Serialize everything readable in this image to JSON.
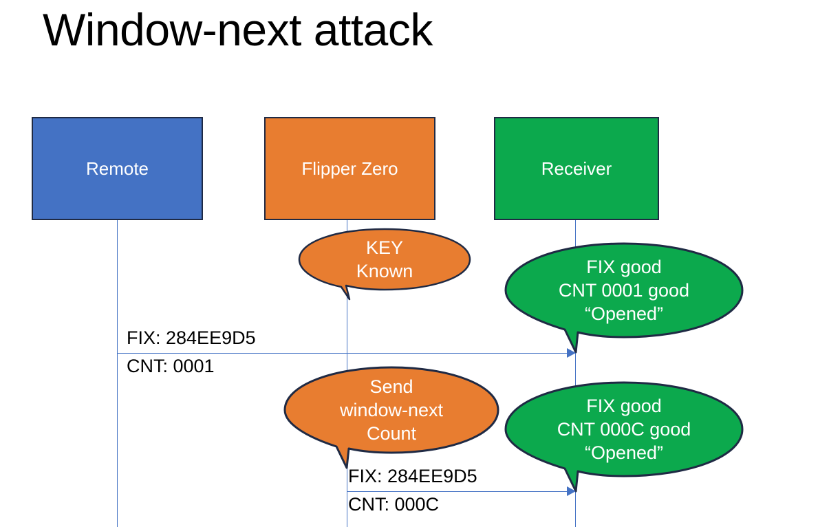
{
  "slide": {
    "title": "Window-next attack",
    "background": "#FFFFFF"
  },
  "colors": {
    "remote_fill": "#4472C4",
    "flipper_fill": "#E87D30",
    "receiver_fill": "#0CA94D",
    "outline": "#1F2A44",
    "lifeline": "#4472C4",
    "arrow": "#4472C4",
    "text_on_fill": "#FFFFFF",
    "text_body": "#000000"
  },
  "actors": [
    {
      "id": "remote",
      "label": "Remote",
      "fill": "#4472C4"
    },
    {
      "id": "flipper",
      "label": "Flipper Zero",
      "fill": "#E87D30"
    },
    {
      "id": "receiver",
      "label": "Receiver",
      "fill": "#0CA94D"
    }
  ],
  "callouts": [
    {
      "id": "key-known",
      "owner": "flipper",
      "fill": "#E87D30",
      "lines": [
        "KEY",
        "Known"
      ]
    },
    {
      "id": "receiver-ack-1",
      "owner": "receiver",
      "fill": "#0CA94D",
      "lines": [
        "FIX good",
        "CNT 0001 good",
        "“Opened”"
      ]
    },
    {
      "id": "send-window-next",
      "owner": "flipper",
      "fill": "#E87D30",
      "lines": [
        "Send",
        "window-next",
        "Count"
      ]
    },
    {
      "id": "receiver-ack-2",
      "owner": "receiver",
      "fill": "#0CA94D",
      "lines": [
        "FIX good",
        "CNT 000C good",
        "“Opened”"
      ]
    }
  ],
  "messages": [
    {
      "id": "msg-remote-to-receiver",
      "from": "remote",
      "to": "receiver",
      "label_above": "FIX: 284EE9D5",
      "label_below": "CNT: 0001"
    },
    {
      "id": "msg-flipper-to-receiver",
      "from": "flipper",
      "to": "receiver",
      "label_above": "FIX: 284EE9D5",
      "label_below": "CNT: 000C"
    }
  ]
}
